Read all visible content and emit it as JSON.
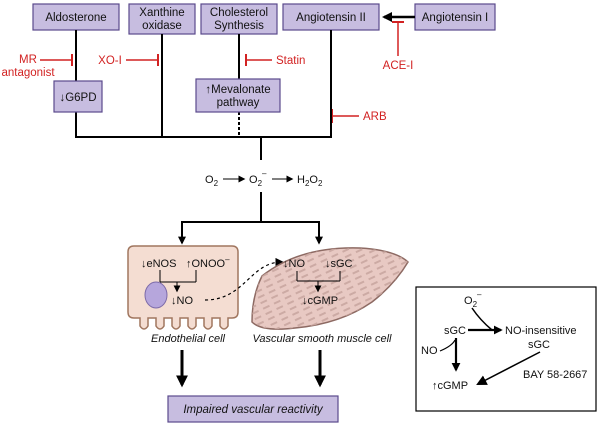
{
  "top_boxes": {
    "aldosterone": "Aldosterone",
    "xanthine_line1": "Xanthine",
    "xanthine_line2": "oxidase",
    "cholesterol_line1": "Cholesterol",
    "cholesterol_line2": "Synthesis",
    "angiotensin_ii": "Angiotensin II",
    "angiotensin_i": "Angiotensin I"
  },
  "inhibitors": {
    "mr_line1": "MR",
    "mr_line2": "antagonist",
    "xoi": "XO-I",
    "statin": "Statin",
    "acei": "ACE-I",
    "arb": "ARB"
  },
  "middle_boxes": {
    "g6pd": "G6PD",
    "mevalonate_line1": "Mevalonate",
    "mevalonate_line2": "pathway"
  },
  "reaction": {
    "o2": "O",
    "superoxide": "O",
    "h2o2_h": "H",
    "h2o2_o": "O",
    "sub2": "2",
    "charge": "–"
  },
  "endothelial": {
    "enos": "eNOS",
    "onoo": "ONOO",
    "no": "NO",
    "caption": "Endothelial cell"
  },
  "smooth_muscle": {
    "no": "NO",
    "sgc": "sGC",
    "cgmp": "cGMP",
    "caption": "Vascular smooth muscle cell"
  },
  "outcome": {
    "label": "Impaired vascular reactivity"
  },
  "inset": {
    "o2": "O",
    "sgc": "sGC",
    "no_insensitive": "NO-insensitive",
    "sgc2": "sGC",
    "no": "NO",
    "bay": "BAY 58-2667",
    "cgmp": "cGMP"
  },
  "colors": {
    "box_fill": "#c7bde0",
    "box_stroke": "#5b4a8c",
    "inhibitor_red": "#d22222",
    "cell_fill": "#f4ddd2",
    "cell_stroke": "#a0765f",
    "smc_fill": "#e8c9c3",
    "smc_stroke": "#8d6a63",
    "nucleus_fill": "#b6a6dc"
  },
  "arrows": {
    "down": "↓",
    "up": "↑"
  }
}
